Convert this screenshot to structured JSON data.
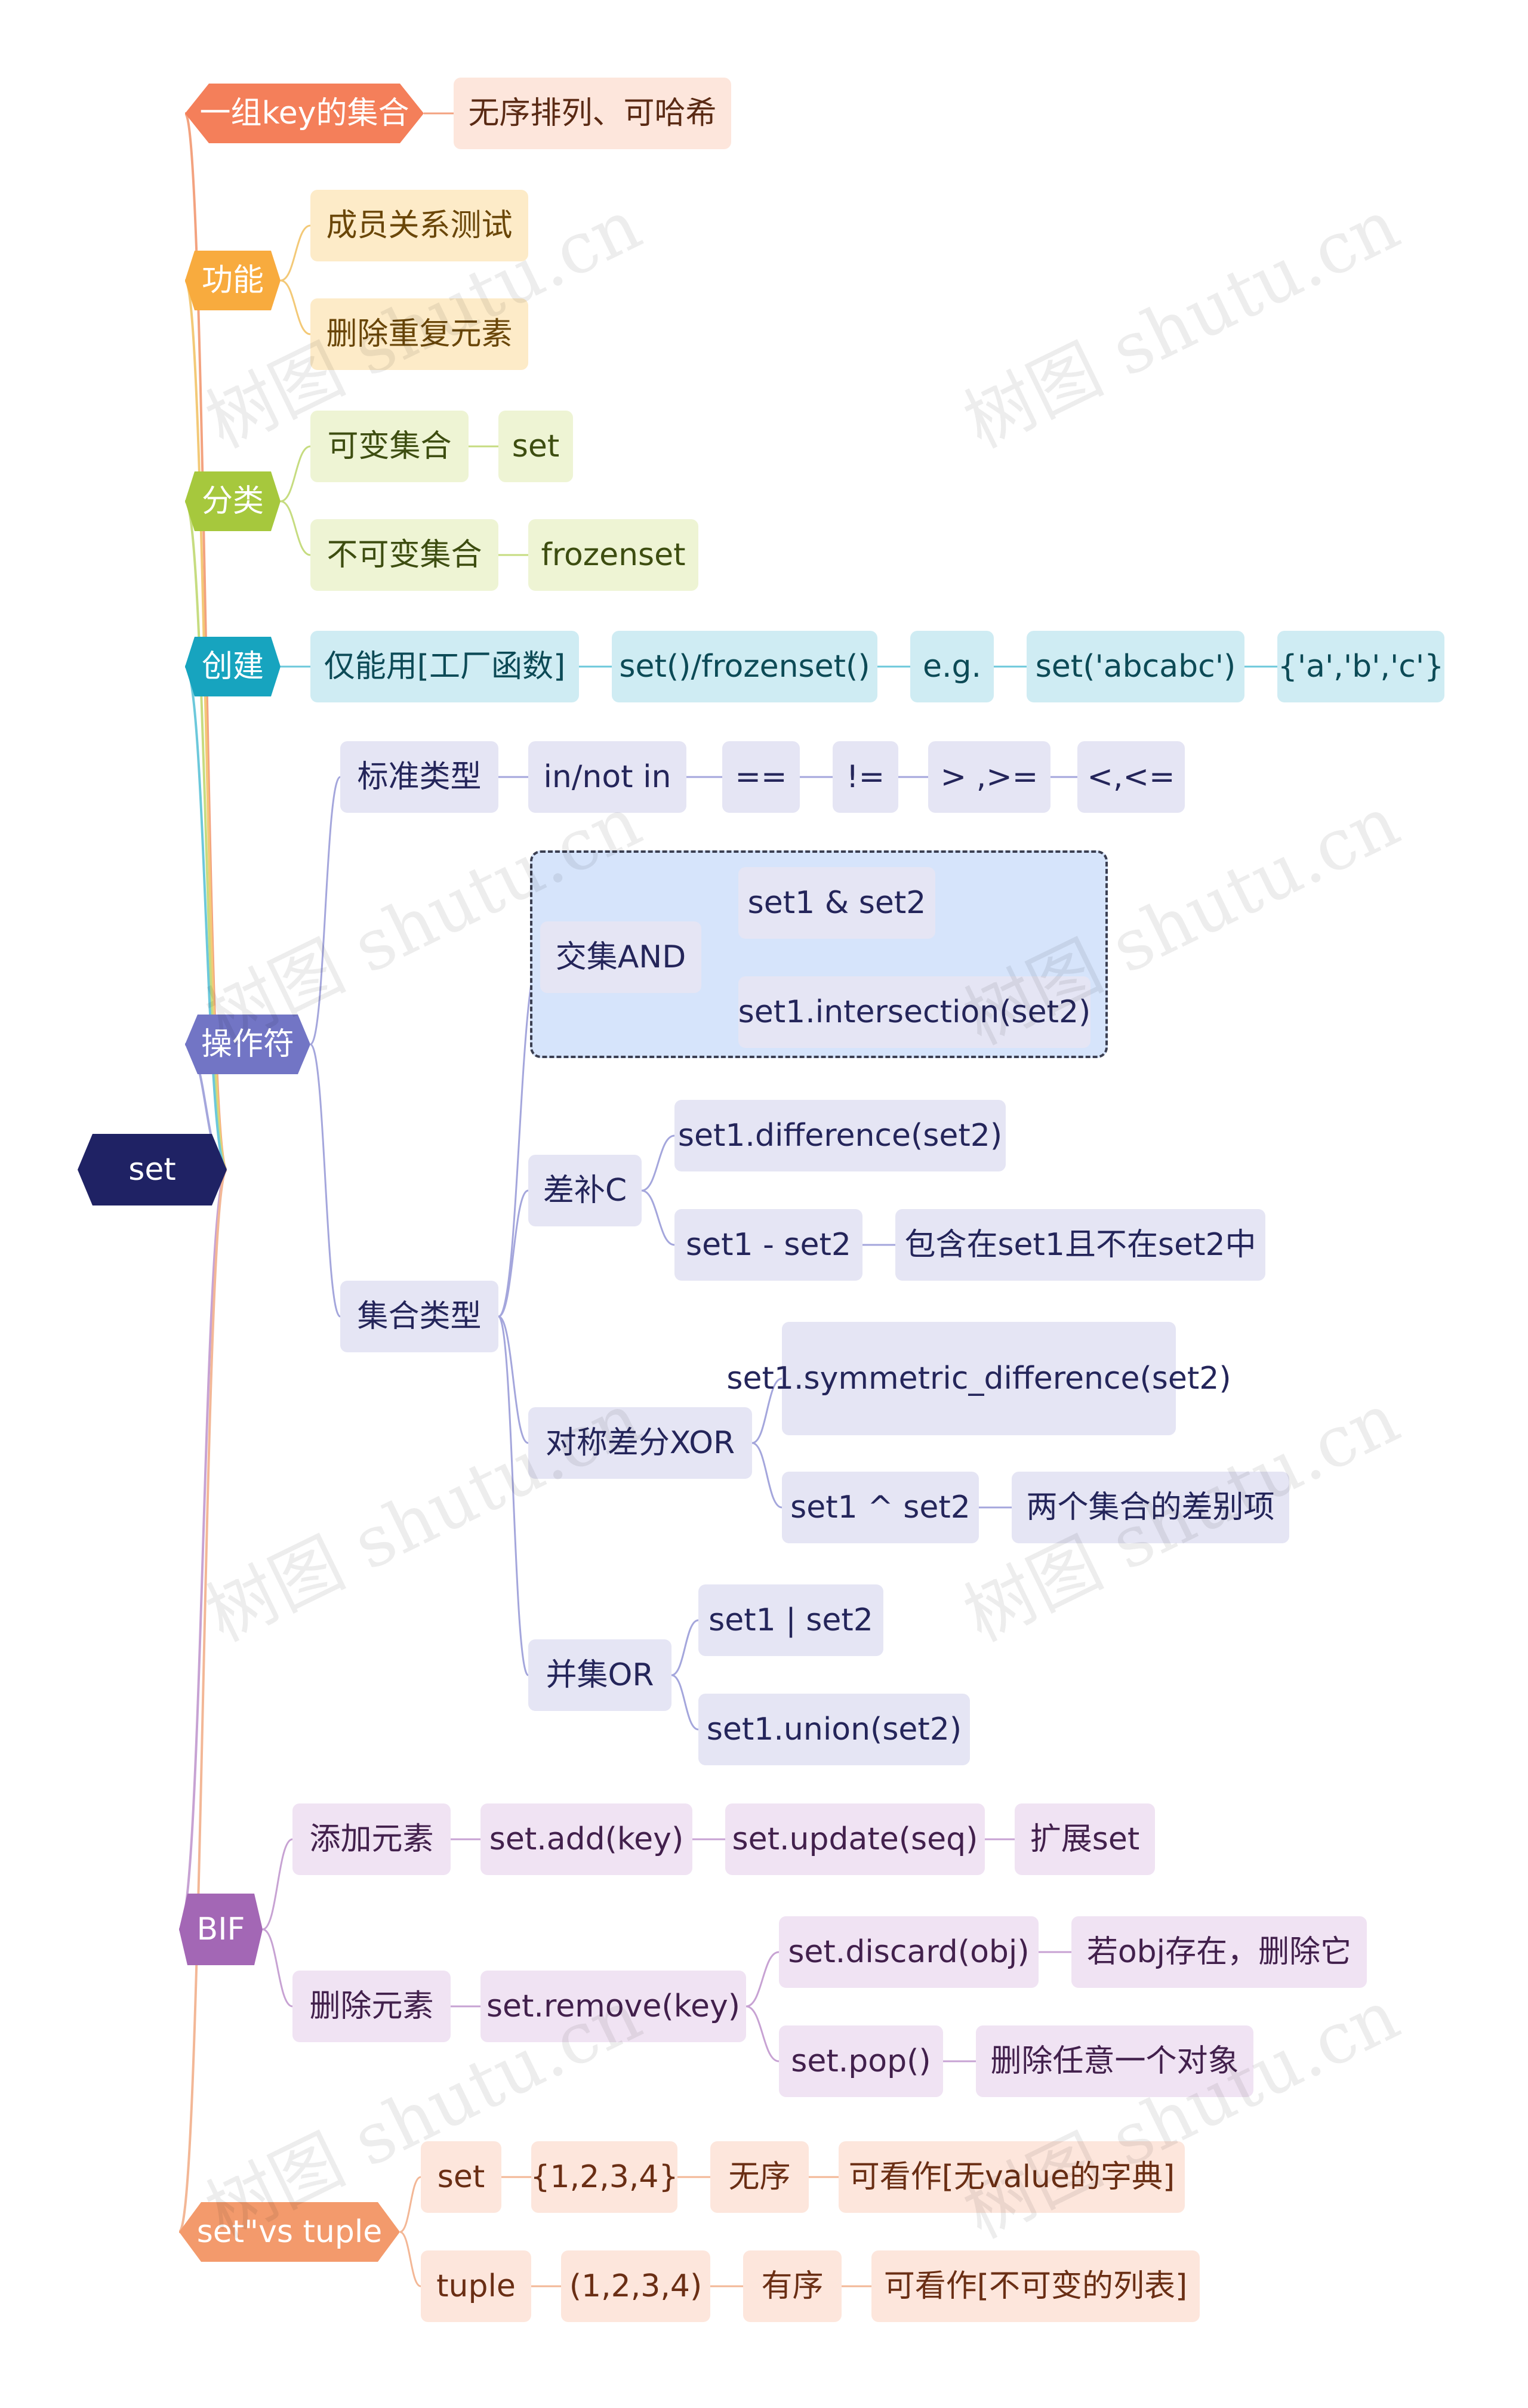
{
  "colors": {
    "root": "#1f2264",
    "orange": {
      "main": "#f47f5a",
      "sub": "#fde6dc",
      "text": "#5a2a14",
      "line": "#f3a27f"
    },
    "yellow": {
      "main": "#f8ab3e",
      "sub": "#fdebc8",
      "text": "#6a4608",
      "line": "#f3c977"
    },
    "green": {
      "main": "#a6c83d",
      "sub": "#eef4d4",
      "text": "#3d4d10",
      "line": "#c6dc80"
    },
    "teal": {
      "main": "#17a4bf",
      "sub": "#cfecf3",
      "text": "#0c4a56",
      "line": "#6cc8db"
    },
    "purple": {
      "main": "#7275c5",
      "sub": "#e5e5f4",
      "text": "#24255a",
      "line": "#a4a6dc"
    },
    "violet": {
      "main": "#a367b5",
      "sub": "#f0e3f3",
      "text": "#42204c",
      "line": "#c7a2d3"
    },
    "salmon": {
      "main": "#f39a6c",
      "sub": "#fde6dc",
      "text": "#6a2e14",
      "line": "#f3b796"
    }
  },
  "watermark": "树图 shutu.cn",
  "mindmap": {
    "root": "set",
    "branches": [
      {
        "label": "一组key的集合",
        "children": [
          {
            "label": "无序排列、可哈希"
          }
        ]
      },
      {
        "label": "功能",
        "children": [
          {
            "label": "成员关系测试"
          },
          {
            "label": "删除重复元素"
          }
        ]
      },
      {
        "label": "分类",
        "children": [
          {
            "label": "可变集合",
            "children": [
              {
                "label": "set"
              }
            ]
          },
          {
            "label": "不可变集合",
            "children": [
              {
                "label": "frozenset"
              }
            ]
          }
        ]
      },
      {
        "label": "创建",
        "children": [
          {
            "label": "仅能用[工厂函数]",
            "children": [
              {
                "label": "set()/frozenset()",
                "children": [
                  {
                    "label": "e.g.",
                    "children": [
                      {
                        "label": "set('abcabc')",
                        "children": [
                          {
                            "label": "{'a','b','c'}"
                          }
                        ]
                      }
                    ]
                  }
                ]
              }
            ]
          }
        ]
      },
      {
        "label": "操作符",
        "children": [
          {
            "label": "标准类型",
            "children": [
              {
                "label": "in/not in",
                "children": [
                  {
                    "label": "==",
                    "children": [
                      {
                        "label": "!=",
                        "children": [
                          {
                            "label": "> ,>=",
                            "children": [
                              {
                                "label": "<,<="
                              }
                            ]
                          }
                        ]
                      }
                    ]
                  }
                ]
              }
            ]
          },
          {
            "label": "集合类型",
            "children": [
              {
                "label": "交集AND",
                "children": [
                  {
                    "label": "set1 & set2"
                  },
                  {
                    "label": "set1.intersection(set2)"
                  }
                ]
              },
              {
                "label": "差补C",
                "children": [
                  {
                    "label": "set1.difference(set2)"
                  },
                  {
                    "label": "set1 - set2",
                    "children": [
                      {
                        "label": "包含在set1且不在set2中"
                      }
                    ]
                  }
                ]
              },
              {
                "label": "对称差分XOR",
                "children": [
                  {
                    "label": "set1.symmetric_difference(set2)"
                  },
                  {
                    "label": "set1 ^ set2",
                    "children": [
                      {
                        "label": "两个集合的差别项"
                      }
                    ]
                  }
                ]
              },
              {
                "label": "并集OR",
                "children": [
                  {
                    "label": "set1 | set2"
                  },
                  {
                    "label": "set1.union(set2)"
                  }
                ]
              }
            ]
          }
        ]
      },
      {
        "label": "BIF",
        "children": [
          {
            "label": "添加元素",
            "children": [
              {
                "label": "set.add(key)",
                "children": [
                  {
                    "label": "set.update(seq)",
                    "children": [
                      {
                        "label": "扩展set"
                      }
                    ]
                  }
                ]
              }
            ]
          },
          {
            "label": "删除元素",
            "children": [
              {
                "label": "set.remove(key)",
                "children": [
                  {
                    "label": "set.discard(obj)",
                    "children": [
                      {
                        "label": "若obj存在，删除它"
                      }
                    ]
                  },
                  {
                    "label": "set.pop()",
                    "children": [
                      {
                        "label": "删除任意一个对象"
                      }
                    ]
                  }
                ]
              }
            ]
          }
        ]
      },
      {
        "label": "set\"vs tuple",
        "children": [
          {
            "label": "set",
            "children": [
              {
                "label": "{1,2,3,4}",
                "children": [
                  {
                    "label": "无序",
                    "children": [
                      {
                        "label": "可看作[无value的字典]"
                      }
                    ]
                  }
                ]
              }
            ]
          },
          {
            "label": "tuple",
            "children": [
              {
                "label": "(1,2,3,4)",
                "children": [
                  {
                    "label": "有序",
                    "children": [
                      {
                        "label": "可看作[不可变的列表]"
                      }
                    ]
                  }
                ]
              }
            ]
          }
        ]
      }
    ]
  }
}
